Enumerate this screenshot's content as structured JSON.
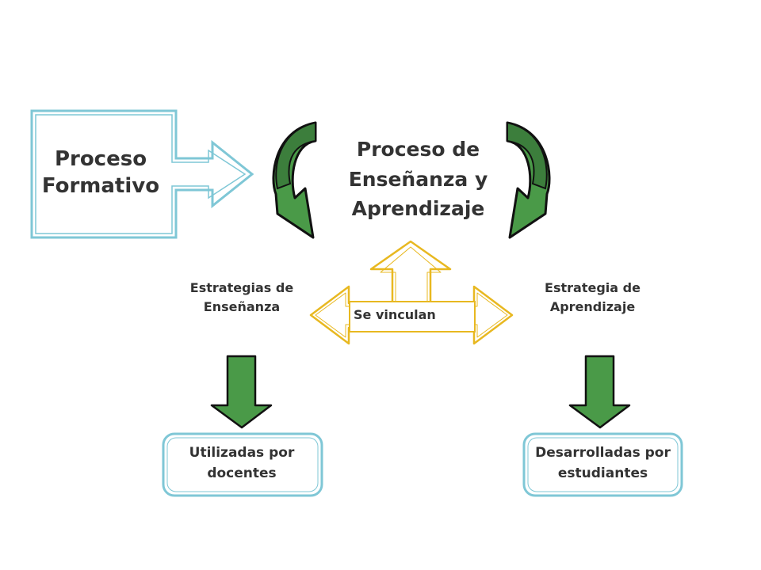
{
  "colors": {
    "teal_outline": "#7fc7d6",
    "green_dark": "#3c7e3c",
    "green_light": "#4a9a48",
    "gold": "#e8b820",
    "text": "#333333"
  },
  "nodes": {
    "proceso_formativo": "Proceso Formativo",
    "center_title": "Proceso de Enseñanza y Aprendizaje",
    "left_strategy": "Estrategias de Enseñanza",
    "right_strategy": "Estrategia de Aprendizaje",
    "link_label": "Se vinculan",
    "left_result": "Utilizadas por docentes",
    "right_result": "Desarrolladas por estudiantes"
  }
}
